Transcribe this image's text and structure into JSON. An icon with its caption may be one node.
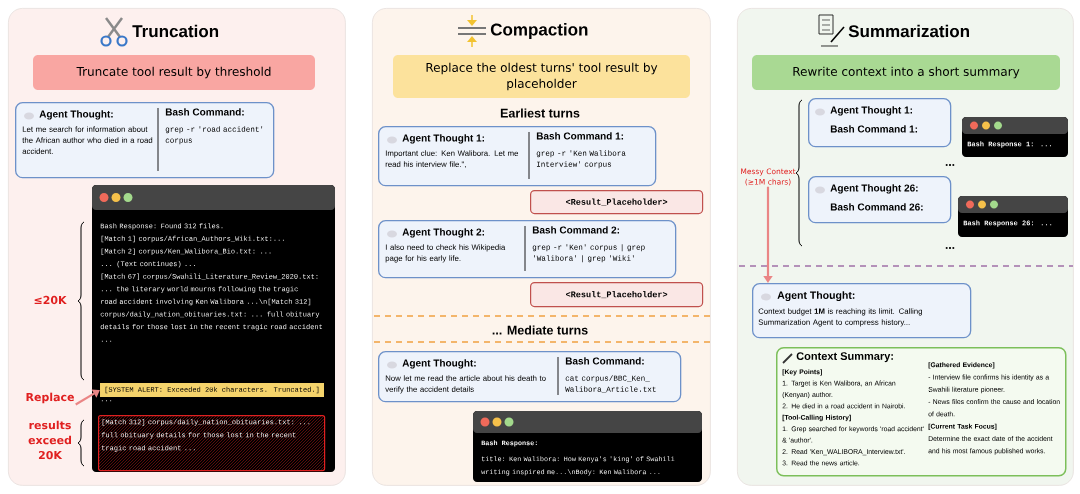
{
  "diagram": {
    "nodes": [
      {
        "text": [
          "Truncation"
        ]
      },
      {
        "text": [
          "Truncate tool result by threshold"
        ],
        "in": 0
      },
      {
        "text": [
          "Agent Thought:",
          "Let me search for information about the African author who died in a road accident.",
          "Bash Command:",
          "grep -r 'road accident' corpus"
        ],
        "in": 0
      },
      {
        "text": [
          "Bash Response: Found 312 files.",
          "[Match 1] corpus/African_Authors_Wiki.txt:...",
          "[Match 2] corpus/Ken_Walibora_Bio.txt: ...",
          " ... (Text continues) ...",
          "[Match 67] corpus/Swahili_Literature_Review_2020.txt: ... the literary world mourns following the tragic road accident involving Ken Walibora ...\\n[Match 312] corpus/daily_nation_obituaries.txt: ... full obituary details for those lost in the recent tragic road accident ...",
          "..."
        ],
        "in": 0
      },
      {
        "text": [
          "[SYSTEM ALERT: Exceeded 20k characters. Truncated.]"
        ],
        "in": 3
      },
      {
        "text": [
          "[Match 312] corpus/daily_nation_obituaries.txt: ... full obituary details for those lost in the recent tragic road accident ..."
        ],
        "in": 3
      },
      {
        "text": [
          "Replace"
        ],
        "in": 0
      },
      {
        "text": [
          "Compaction"
        ]
      },
      {
        "text": [
          "Replace the oldest turns' tool result by placeholder"
        ],
        "in": 7
      },
      {
        "text": [
          "Agent Thought 1:",
          "Important clue: Ken Walibora. Let me read his interview file.\",",
          "Bash Command 1:",
          "grep -r 'Ken Walibora Interview' corpus"
        ],
        "in": 7
      },
      {
        "text": [
          "<Result_Placeholder>"
        ],
        "in": 7
      },
      {
        "text": [
          "Agent Thought 2:",
          "I also need to check his Wikipedia page for his early life.",
          "Bash Command 2:",
          "grep -r 'Ken' corpus | grep 'Walibora' | grep 'Wiki'"
        ],
        "in": 7
      },
      {
        "text": [
          "<Result_Placeholder>"
        ],
        "in": 7
      },
      {
        "text": [
          "Agent Thought:",
          "Now let me read the article about his death to verify the accident details",
          "Bash Command:",
          "cat corpus/BBC_Ken_Walibora_Article.txt"
        ],
        "in": 7
      },
      {
        "text": [
          "Bash Response:",
          "title: Ken Walibora: How Kenya's 'king' of Swahili writing inspired me...\\nBody: Ken Walibora ..."
        ],
        "in": 7
      },
      {
        "text": [
          "Summarization"
        ]
      },
      {
        "text": [
          "Rewrite context into a short summary"
        ],
        "in": 15
      },
      {
        "text": [
          "Agent Thought 1:",
          "Bash Command 1:"
        ],
        "in": 15
      },
      {
        "text": [
          "Bash Response 1: ..."
        ],
        "in": 15
      },
      {
        "text": [
          "Agent Thought 26:",
          "Bash Command 26:"
        ],
        "in": 15
      },
      {
        "text": [
          "Bash Response 26: ..."
        ],
        "in": 15
      },
      {
        "text": [
          "Messy Context (≥1M chars)"
        ],
        "in": 15
      },
      {
        "text": [
          "Agent Thought:",
          "Context budget **1M** is reaching its limit. Calling Summarization Agent to compress history..."
        ],
        "in": 15
      },
      {
        "text": [
          "Context Summary:",
          "[Key Points]",
          "1. Target is Ken Walibora, an African (Kenyan) author.",
          "2. He died in a road accident in Nairobi.",
          "[Tool-Calling History]",
          "1. Grep searched for keywords 'road accident' & 'author'.",
          "2. Read 'Ken_WALIBORA_Interview.txt'.",
          "3. Read the news article.",
          "[Gathered Evidence]",
          "- Interview file confirms his identity as a Swahili literature pioneer.",
          "- News files confirm the cause and location of death.",
          "[Current Task Focus]",
          "Determine the exact date of the accident and his most famous published works."
        ],
        "in": 15
      }
    ],
    "edges": [
      {
        "from": 6,
        "to": 4,
        "arrow": "to"
      },
      {
        "from": 21,
        "to": 22,
        "arrow": "to"
      }
    ],
    "labels": [
      "≤20K",
      "results exceed 20K",
      "Earliest turns",
      "... Mediate turns",
      "...",
      "..."
    ]
  }
}
